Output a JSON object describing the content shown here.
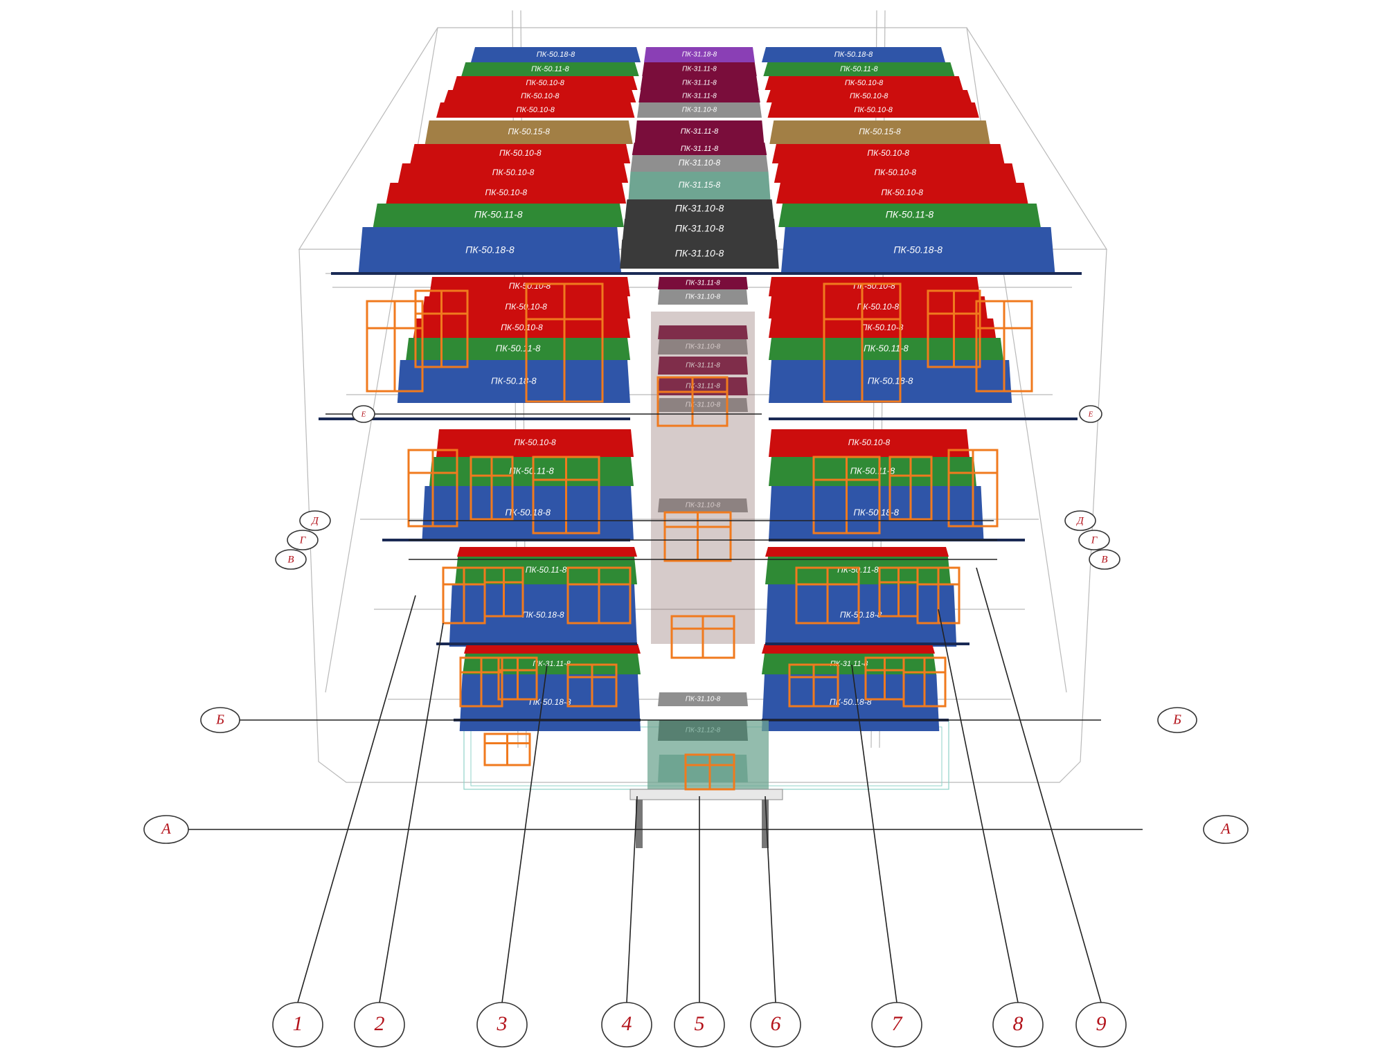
{
  "colors": {
    "red": "#cc0d0d",
    "green": "#2f8a35",
    "blue": "#2f55a8",
    "tan": "#a27f45",
    "purple": "#8a3fb5",
    "maroon": "#7a0d3b",
    "grey": "#8f8f8f",
    "teal": "#6fa592",
    "dark": "#3a3a3a",
    "black": "#111111",
    "window": "#f07a1e",
    "axis": "#b3121a"
  },
  "slab_labels": {
    "pk_50_18": "ПК-50.18-8",
    "pk_50_11": "ПК-50.11-8",
    "pk_50_10": "ПК-50.10-8",
    "pk_50_15": "ПК-50.15-8",
    "pk_31_18": "ПК-31.18-8",
    "pk_31_11": "ПК-31.11-8",
    "pk_31_10": "ПК-31.10-8",
    "pk_31_15": "ПК-31.15-8",
    "pk_31_12": "ПК-31.12-8"
  },
  "axes_letters": {
    "e": "Е",
    "d": "Д",
    "g": "Г",
    "v": "В",
    "b": "Б",
    "a": "А"
  },
  "axes_numbers": [
    "1",
    "2",
    "3",
    "4",
    "5",
    "6",
    "7",
    "8",
    "9"
  ]
}
